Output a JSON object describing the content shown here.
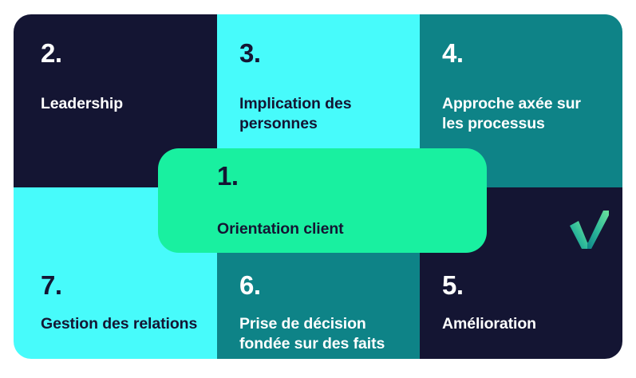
{
  "board": {
    "accent_colors": {
      "navy": "#141533",
      "cyan": "#47FBFB",
      "teal": "#0E8387",
      "green": "#19F0A0",
      "check_gradient_from": "#0E8387",
      "check_gradient_to": "#5BE39A"
    },
    "cells": [
      {
        "number": "2.",
        "label": "Leadership",
        "theme": "navy"
      },
      {
        "number": "3.",
        "label": "Implication des personnes",
        "theme": "cyan"
      },
      {
        "number": "4.",
        "label": "Approche axée sur les processus",
        "theme": "teal"
      },
      {
        "number": "7.",
        "label": "Gestion des relations",
        "theme": "cyan"
      },
      {
        "number": "6.",
        "label": "Prise de décision fondée sur des faits",
        "theme": "teal"
      },
      {
        "number": "5.",
        "label": "Amélioration",
        "theme": "navy"
      }
    ],
    "center_card": {
      "number": "1.",
      "label": "Orientation client"
    },
    "check_icon": "check-mark-icon"
  }
}
